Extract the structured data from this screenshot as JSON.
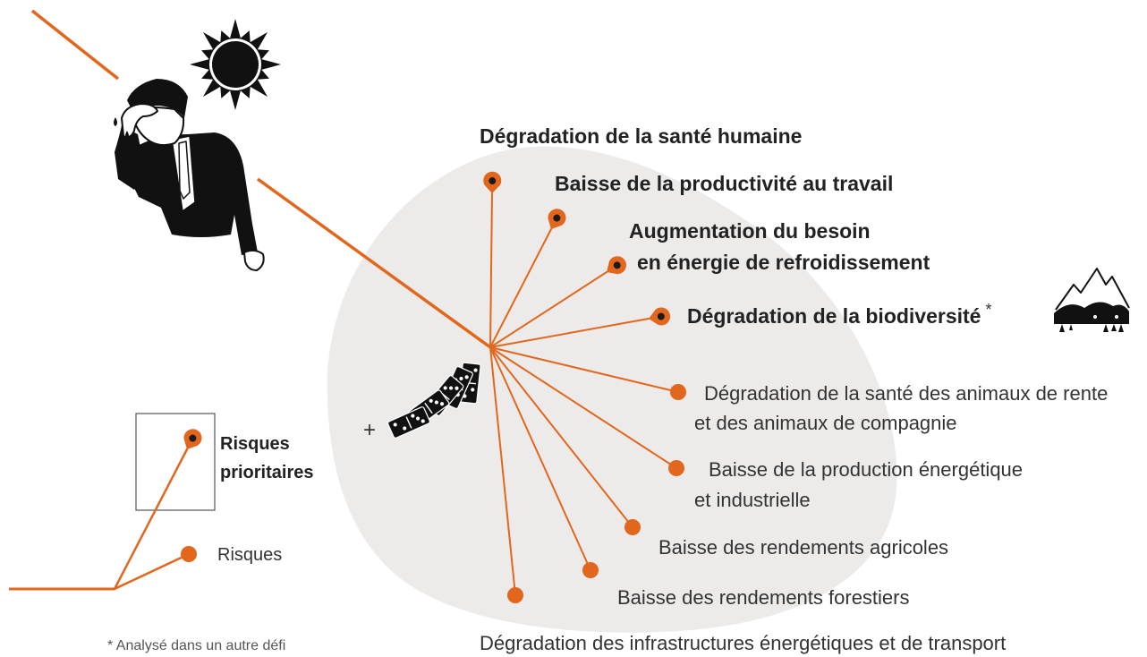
{
  "colors": {
    "accent": "#e2671c",
    "blob": "#ecebe9",
    "ink": "#222222",
    "muted": "#555555"
  },
  "icons": {
    "sun": "sun-icon",
    "man": "sweating-man-icon",
    "dominoes": "falling-dominoes-icon",
    "mountains": "mountains-icon"
  },
  "priority_risks": [
    {
      "lines": [
        "Dégradation de la santé humaine"
      ]
    },
    {
      "lines": [
        "Baisse de la productivité au travail"
      ]
    },
    {
      "lines": [
        "Augmentation du besoin",
        "en énergie de refroidissement"
      ]
    },
    {
      "lines": [
        "Dégradation de la biodiversité"
      ],
      "note_marker": "*"
    }
  ],
  "other_risks": [
    {
      "lines": [
        "Dégradation de la santé des animaux de rente",
        "et des animaux de compagnie"
      ]
    },
    {
      "lines": [
        "Baisse de la production énergétique",
        "et industrielle"
      ]
    },
    {
      "lines": [
        "Baisse des rendements agricoles"
      ]
    },
    {
      "lines": [
        "Baisse des rendements forestiers"
      ]
    },
    {
      "lines": [
        "Dégradation des infrastructures énergétiques et de transport"
      ]
    }
  ],
  "cascade_symbol": "+",
  "legend": {
    "priority_lines": [
      "Risques",
      "prioritaires"
    ],
    "risk": "Risques"
  },
  "footnote": "* Analysé dans un autre défi"
}
